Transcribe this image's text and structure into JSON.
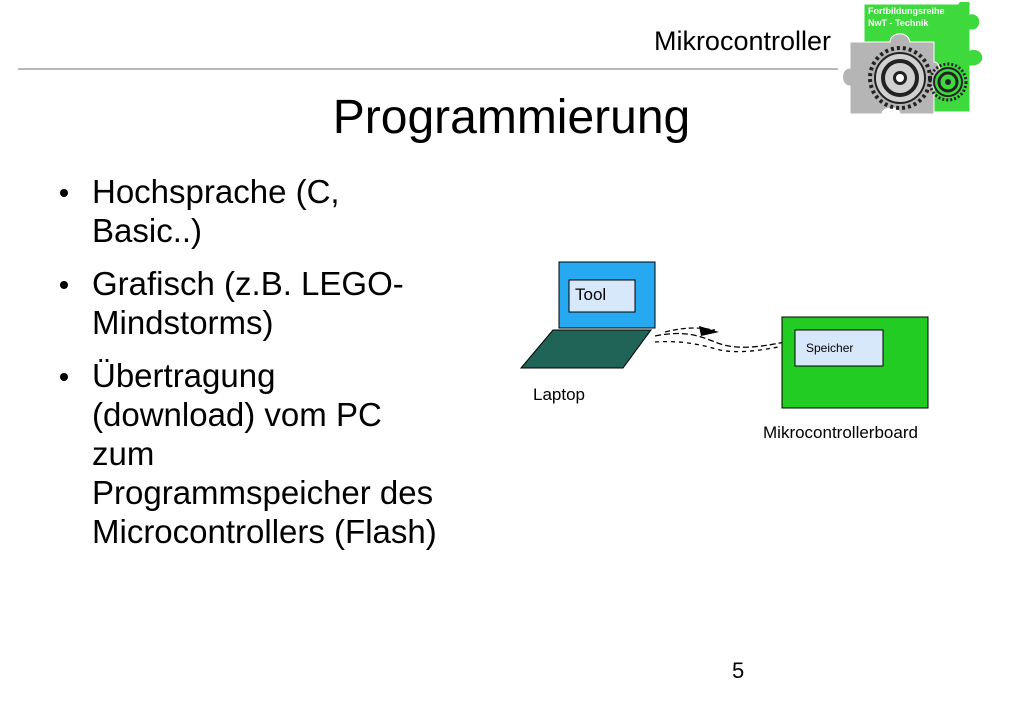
{
  "header": {
    "title": "Mikrocontroller"
  },
  "logo": {
    "line1": "Fortbildungsreihe",
    "line2": "NwT - Technik"
  },
  "slide": {
    "title": "Programmierung",
    "number": "5"
  },
  "bullets": [
    {
      "lines": [
        "Hochsprache (C,",
        "Basic..)"
      ]
    },
    {
      "lines": [
        "Grafisch (z.B. LEGO-",
        "Mindstorms)"
      ]
    },
    {
      "lines": [
        "Übertragung",
        "(download) vom PC",
        "zum",
        "Programmspeicher des",
        "Microcontrollers (Flash)"
      ]
    }
  ],
  "diagram": {
    "tool_label": "Tool",
    "laptop_label": "Laptop",
    "memory_label": "Speicher",
    "board_label": "Mikrocontrollerboard"
  },
  "colors": {
    "screen": "#27a9f1",
    "keyboard": "#1f6457",
    "board": "#22cc22",
    "window": "#d7e8fb",
    "puzzle_green": "#3dd93d",
    "puzzle_gray": "#b5b5b5"
  }
}
